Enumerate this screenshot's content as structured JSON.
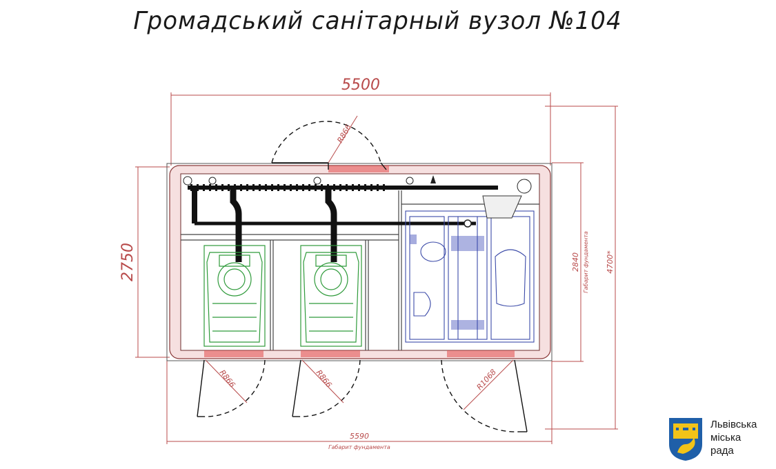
{
  "title": "Громадський санітарный вузол №104",
  "dimensions": {
    "top_width": "5500",
    "left_height": "2750",
    "right_foundation_height": "2840",
    "right_foundation_label": "Габарит фундамента",
    "right_outer_height": "4700*",
    "bottom_width": "5590",
    "bottom_foundation_label": "Габарит фундамента"
  },
  "door_radii": {
    "top_door": "R866",
    "bottom_door_1": "R866",
    "bottom_door_2": "R866",
    "bottom_door_3": "R1068"
  },
  "logo": {
    "line1": "Львівська",
    "line2": "міська",
    "line3": "рада"
  },
  "colors": {
    "dimension": "#b84a4a",
    "wall_fill": "#f6e0e0",
    "toilet_green": "#2e9a3a",
    "accessible_blue": "#3b4aa8",
    "crest_blue": "#1f5fa8",
    "crest_gold": "#f2c318"
  }
}
